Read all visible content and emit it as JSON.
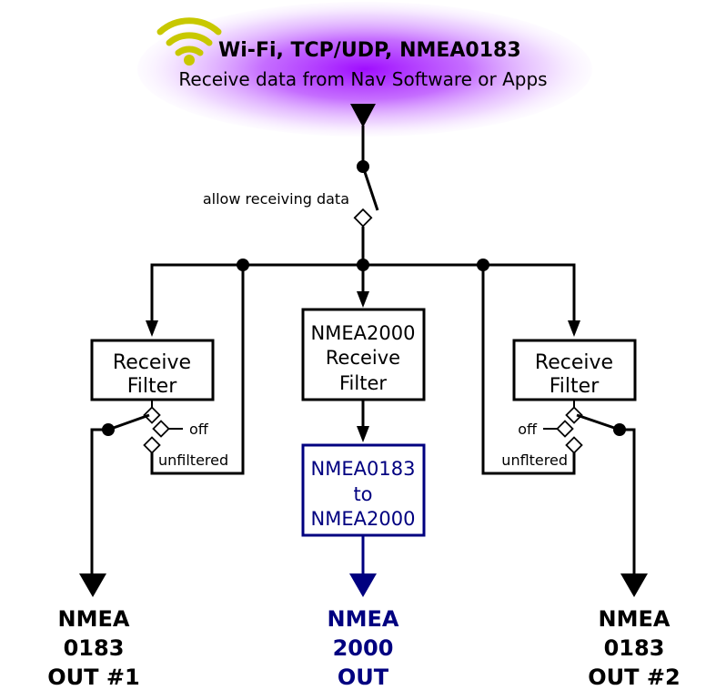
{
  "header": {
    "title": "Wi-Fi, TCP/UDP, NMEA0183",
    "subtitle": "Receive data from Nav Software or Apps",
    "wifi_icon_color": "#c8c800",
    "glow_color": "#9a00ff"
  },
  "switch": {
    "label": "allow receiving data"
  },
  "left_filter": {
    "line1": "Receive",
    "line2": "Filter",
    "off_label": "off",
    "unfiltered_label": "unfiltered"
  },
  "center_filter": {
    "line1": "NMEA2000",
    "line2": "Receive",
    "line3": "Filter"
  },
  "converter": {
    "line1": "NMEA0183",
    "line2": "to",
    "line3": "NMEA2000",
    "color": "#000080"
  },
  "right_filter": {
    "line1": "Receive",
    "line2": "Filter",
    "off_label": "off",
    "unfiltered_label": "unfltered"
  },
  "outputs": {
    "left": {
      "line1": "NMEA",
      "line2": "0183",
      "line3": "OUT #1"
    },
    "center": {
      "line1": "NMEA",
      "line2": "2000",
      "line3": "OUT"
    },
    "right": {
      "line1": "NMEA",
      "line2": "0183",
      "line3": "OUT #2"
    }
  }
}
